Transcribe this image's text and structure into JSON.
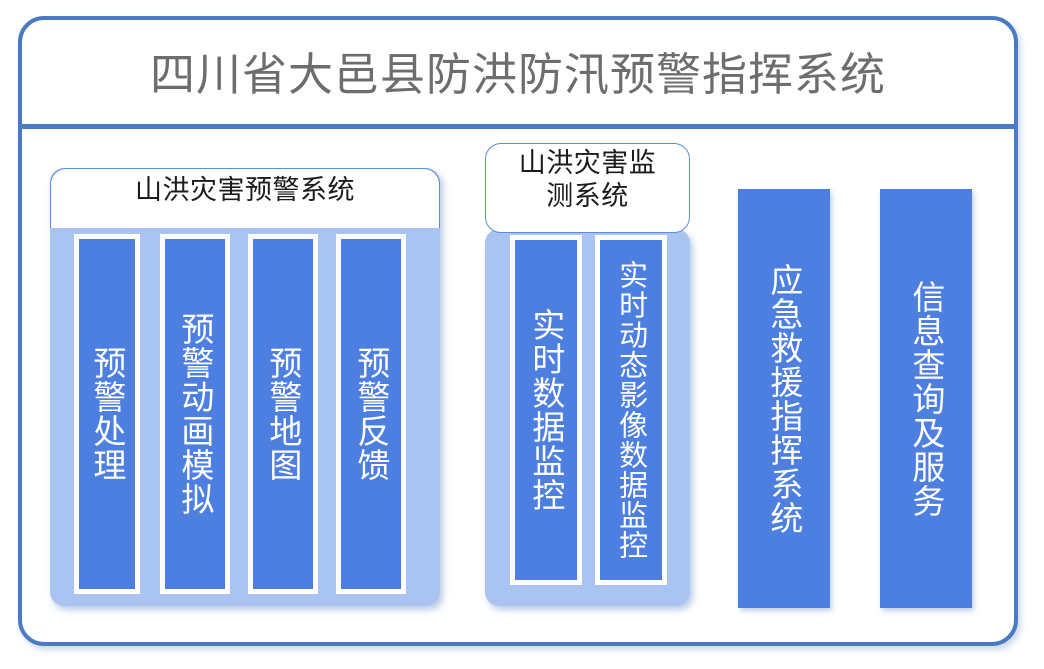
{
  "header": {
    "title": "四川省大邑县防洪防汛预警指挥系统"
  },
  "groups": [
    {
      "name": "warning-system",
      "title": "山洪灾害预警系统",
      "columns": [
        {
          "name": "warning-processing",
          "label": "预警处理"
        },
        {
          "name": "warning-animation-simulation",
          "label": "预警动画模拟"
        },
        {
          "name": "warning-map",
          "label": "预警地图"
        },
        {
          "name": "warning-feedback",
          "label": "预警反馈"
        }
      ]
    },
    {
      "name": "monitoring-system",
      "title": "山洪灾害监测系统",
      "columns": [
        {
          "name": "realtime-data-monitoring",
          "label": "实时数据监控"
        },
        {
          "name": "realtime-dynamic-image-data-monitoring",
          "label": "实时动态影像数据监控"
        }
      ]
    }
  ],
  "standalone_columns": [
    {
      "name": "emergency-rescue-command-system",
      "label": "应急救援指挥系统"
    },
    {
      "name": "information-query-and-service",
      "label": "信息查询及服务"
    }
  ],
  "colors": {
    "frame_border": "#4a7ac4",
    "column_fill": "#4d7fe0",
    "group_body_fill": "#a9c4f0",
    "title_text": "#6d6d6d",
    "group_title_text": "#1c1c1c",
    "column_text": "#ffffff",
    "page_background": "#ffffff"
  }
}
